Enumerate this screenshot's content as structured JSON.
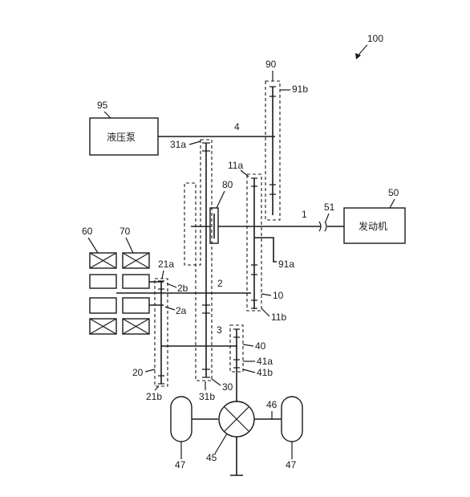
{
  "figure": {
    "ref_main": "100",
    "components": {
      "hydraulic_pump": {
        "ref": "95",
        "text": "液压泵"
      },
      "engine": {
        "ref": "50",
        "text": "发动机"
      },
      "motor_a": {
        "ref": "60"
      },
      "motor_b": {
        "ref": "70"
      }
    },
    "labels": {
      "l90": "90",
      "l91b": "91b",
      "l4": "4",
      "l31a": "31a",
      "l11a": "11a",
      "l80": "80",
      "l1": "1",
      "l51": "51",
      "l91a": "91a",
      "l21a": "21a",
      "l2b": "2b",
      "l2": "2",
      "l10": "10",
      "l2a": "2a",
      "l11b": "11b",
      "l3": "3",
      "l40": "40",
      "l41a": "41a",
      "l41b": "41b",
      "l20": "20",
      "l30": "30",
      "l21b": "21b",
      "l31b": "31b",
      "l46": "46",
      "l47_left": "47",
      "l45": "45",
      "l47_right": "47"
    }
  }
}
